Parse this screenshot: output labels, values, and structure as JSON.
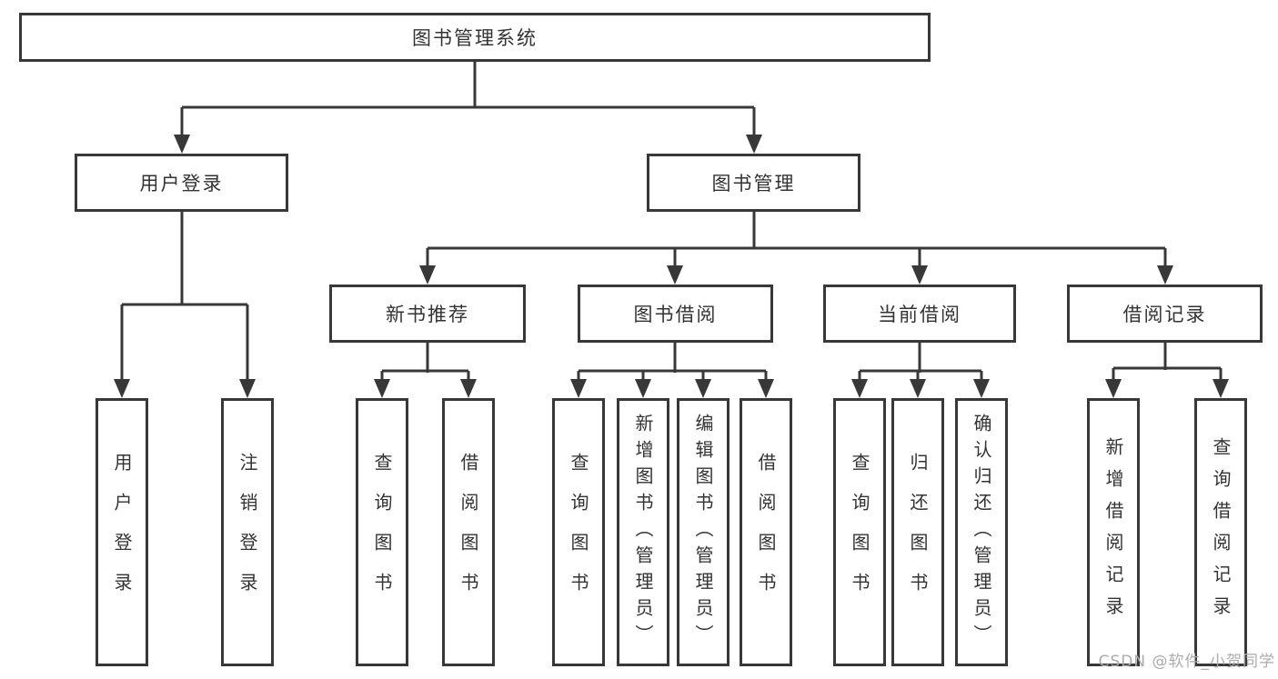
{
  "colors": {
    "line": "#383838",
    "box_border": "#383838",
    "label_text": "#333333",
    "watermark_text": "#ababab",
    "background": "#ffffff"
  },
  "watermark": {
    "text": "CSDN @软件_小贺同学"
  },
  "nodes": {
    "root": {
      "label": "图书管理系统"
    },
    "user_login": {
      "label": "用户登录"
    },
    "book_mgmt": {
      "label": "图书管理"
    },
    "new_book_rec": {
      "label": "新书推荐"
    },
    "book_borrow": {
      "label": "图书借阅"
    },
    "current_borrow": {
      "label": "当前借阅"
    },
    "borrow_records": {
      "label": "借阅记录"
    },
    "leaf_user_login": {
      "label": "用户登录"
    },
    "leaf_logout_login": {
      "label": "注销登录"
    },
    "leaf_rec_query_book": {
      "label": "查询图书"
    },
    "leaf_rec_borrow_book": {
      "label": "借阅图书"
    },
    "leaf_bor_query_book": {
      "label": "查询图书"
    },
    "leaf_bor_add_book": {
      "label": "新增图书（管理员）"
    },
    "leaf_bor_edit_book": {
      "label": "编辑图书（管理员）"
    },
    "leaf_bor_borrow_book": {
      "label": "借阅图书"
    },
    "leaf_cur_query_book": {
      "label": "查询图书"
    },
    "leaf_cur_return_book": {
      "label": "归还图书"
    },
    "leaf_cur_confirm_return": {
      "label": "确认归还（管理员）"
    },
    "leaf_rcd_add_record": {
      "label": "新增借阅记录"
    },
    "leaf_rcd_query_record": {
      "label": "查询借阅记录"
    }
  }
}
